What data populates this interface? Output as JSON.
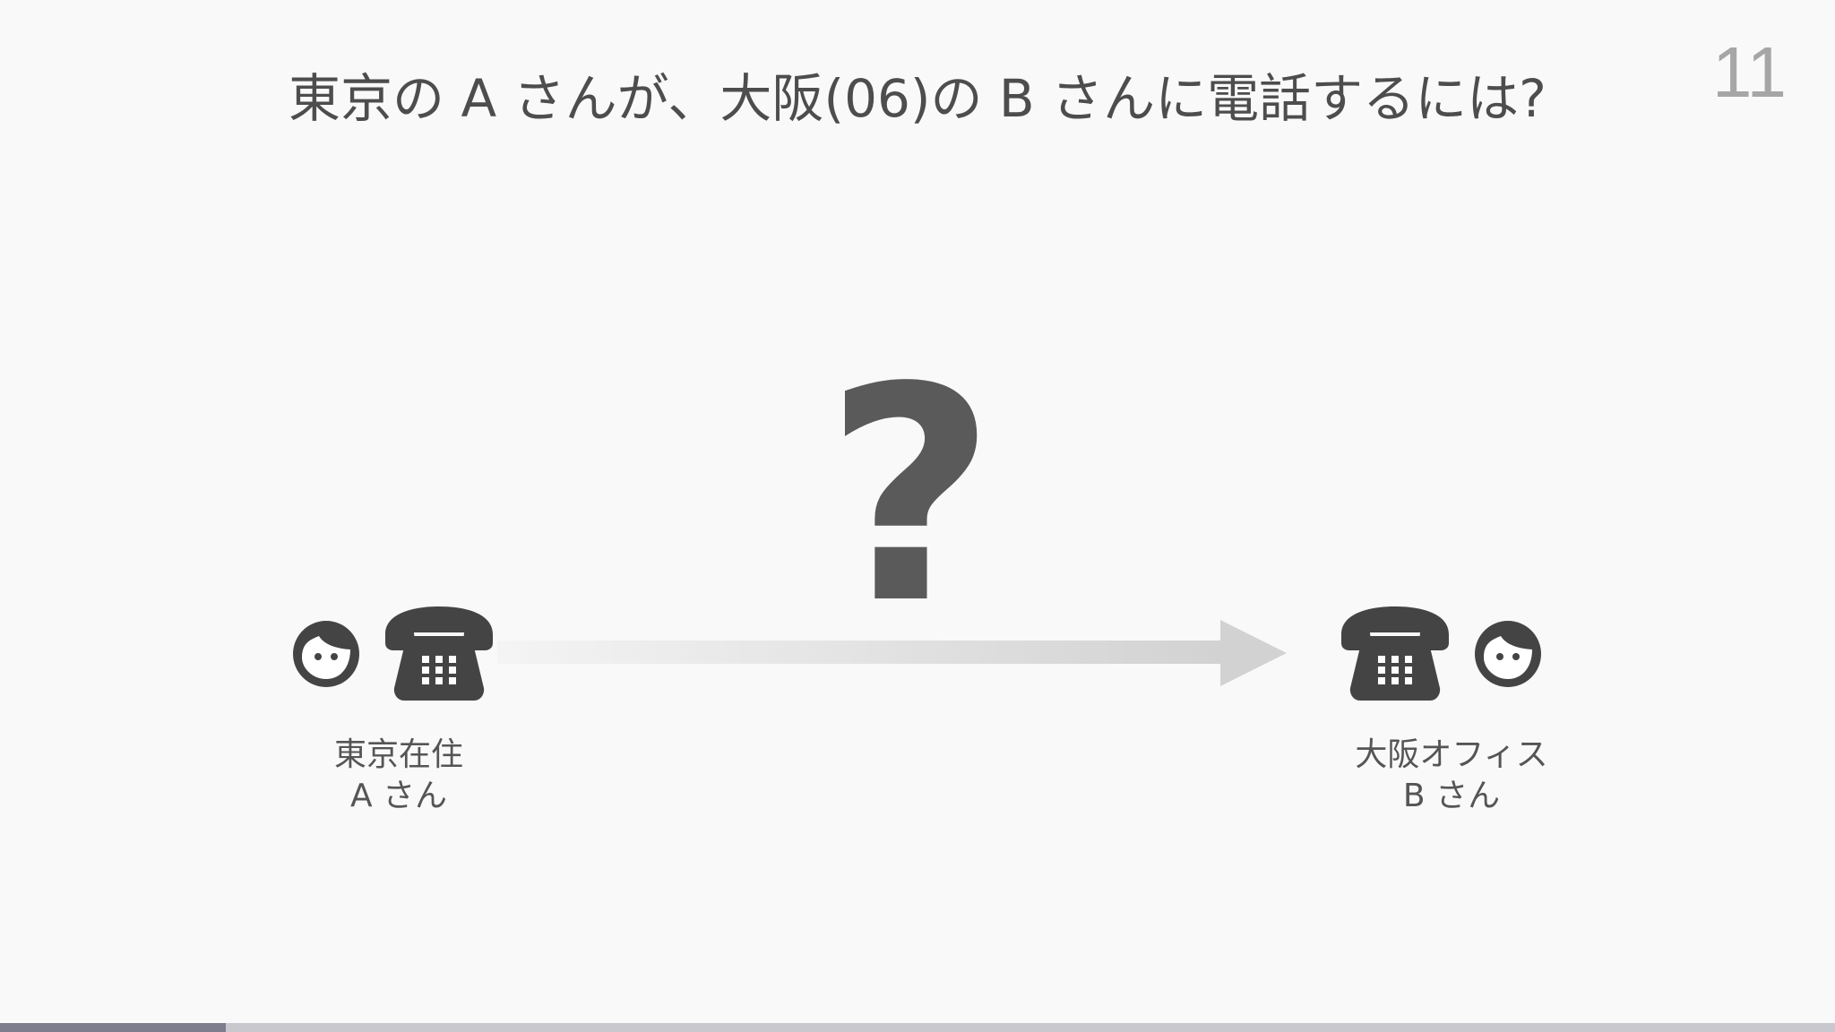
{
  "slide": {
    "title": "東京の A さんが、大阪(06)の B さんに電話するには?",
    "page_number": "11",
    "progress": 0.123
  },
  "diagram": {
    "question_mark": "?",
    "caller": {
      "line1": "東京在住",
      "line2": "A さん"
    },
    "callee": {
      "line1": "大阪オフィス",
      "line2": "B さん"
    },
    "colors": {
      "icon": "#4a4a4a",
      "question": "#5a5a5a",
      "arrow_start": "#f2f2f2",
      "arrow_end": "#d4d4d4",
      "progress_fill": "#7e7d8e",
      "progress_track": "#c8c8ce"
    },
    "icons": [
      "person-icon",
      "telephone-icon",
      "arrow-right-icon",
      "question-mark-icon"
    ]
  }
}
